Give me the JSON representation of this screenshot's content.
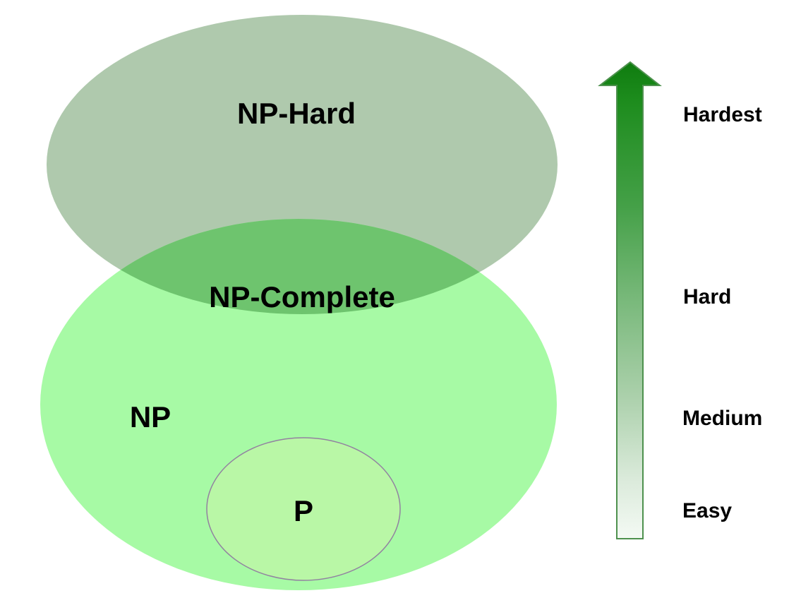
{
  "diagram": {
    "type": "venn-complexity-classes",
    "regions": {
      "np_hard": {
        "label": "NP-Hard",
        "fill": "#afc9ad"
      },
      "np": {
        "label": "NP",
        "fill": "#a7faa5"
      },
      "np_complete": {
        "label": "NP-Complete",
        "fill": "#6ec46e"
      },
      "p": {
        "label": "P",
        "fill": "#b9f7a6",
        "stroke": "#9282a0"
      }
    },
    "text_color": "#000000"
  },
  "difficulty_scale": {
    "direction": "up",
    "labels": [
      {
        "text": "Hardest"
      },
      {
        "text": "Hard"
      },
      {
        "text": "Medium"
      },
      {
        "text": "Easy"
      }
    ],
    "arrow": {
      "color_top": "#0f7c0f",
      "color_upper": "#1d8c1d",
      "color_mid_upper": "#44a047",
      "color_mid": "#79b97b",
      "color_mid_lower": "#abd0ab",
      "color_lower": "#dcebdc",
      "color_bottom": "#f4faf4",
      "border_color": "#4e914e"
    }
  }
}
